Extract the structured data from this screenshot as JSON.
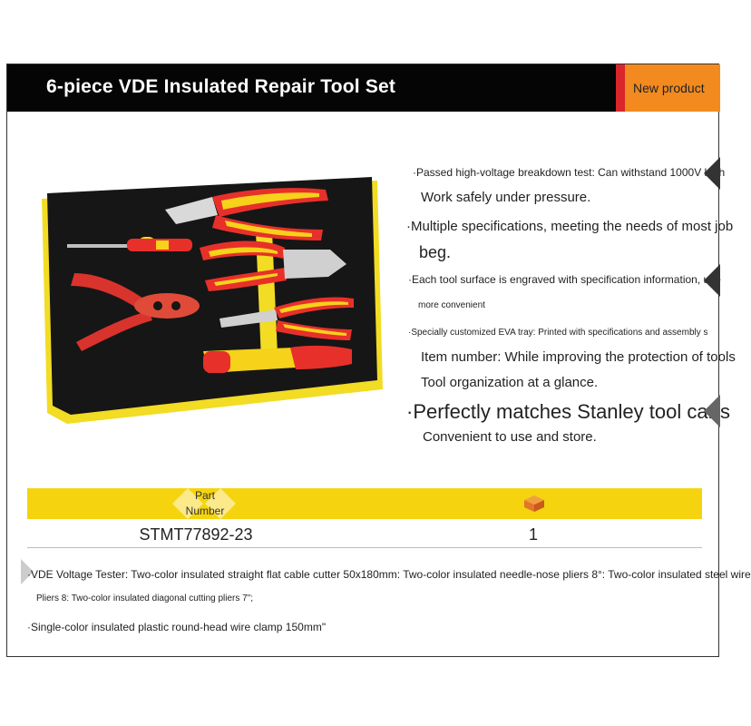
{
  "header": {
    "title": "6-piece VDE Insulated Repair Tool Set",
    "badge": "New product"
  },
  "features": [
    {
      "text": "·Passed high-voltage breakdown test: Can withstand 1000V high",
      "size": "sm"
    },
    {
      "text": "Work safely under pressure.",
      "size": "md"
    },
    {
      "text": "·Multiple specifications, meeting the needs of most job",
      "size": "md"
    },
    {
      "text": "beg.",
      "size": "lg"
    },
    {
      "text": "·Each tool surface is engraved with specification information, use",
      "size": "sm"
    },
    {
      "text": "more convenient",
      "size": "xs"
    },
    {
      "text": "·Specially customized EVA tray: Printed with specifications and assembly s",
      "size": "xs"
    },
    {
      "text": "Item number: While improving the protection of tools",
      "size": "md"
    },
    {
      "text": "Tool organization at a glance.",
      "size": "md"
    },
    {
      "text": "·Perfectly matches Stanley tool carts",
      "size": "xl"
    },
    {
      "text": "Convenient to use and store.",
      "size": "md"
    }
  ],
  "table": {
    "header_part": "Part Number",
    "rows": [
      {
        "part": "STMT77892-23",
        "qty": "1"
      }
    ]
  },
  "contents": [
    "·VDE Voltage Tester: Two-color insulated straight flat cable cutter 50x180mm: Two-color insulated needle-nose pliers 8°: Two-color insulated steel wire",
    "Pliers 8: Two-color insulated diagonal cutting pliers 7\";",
    "·Single-color insulated plastic round-head wire clamp 150mm\""
  ],
  "colors": {
    "header_bg": "#050505",
    "badge_bg": "#f28a1f",
    "badge_stripe": "#d8262c",
    "table_header": "#f5d40f",
    "tray_foam": "#141414",
    "tray_base": "#f2dc24",
    "tool_red": "#e8302a",
    "tool_yellow": "#f6d21a"
  }
}
